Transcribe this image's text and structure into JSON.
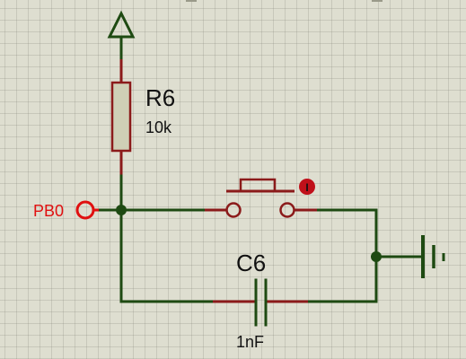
{
  "schematic": {
    "resistor": {
      "reference": "R6",
      "value": "10k"
    },
    "capacitor": {
      "reference": "C6",
      "value": "1nF"
    },
    "net_label": "PB0",
    "colors": {
      "wire": "#1e4a12",
      "pin": "#8b1a1a",
      "net_label": "#e01010",
      "resistor_body": "#cfcfb6",
      "background": "#deded0"
    },
    "symbols": [
      "power-arrow-icon",
      "ground-icon",
      "push-button",
      "probe-indicator-icon"
    ]
  }
}
